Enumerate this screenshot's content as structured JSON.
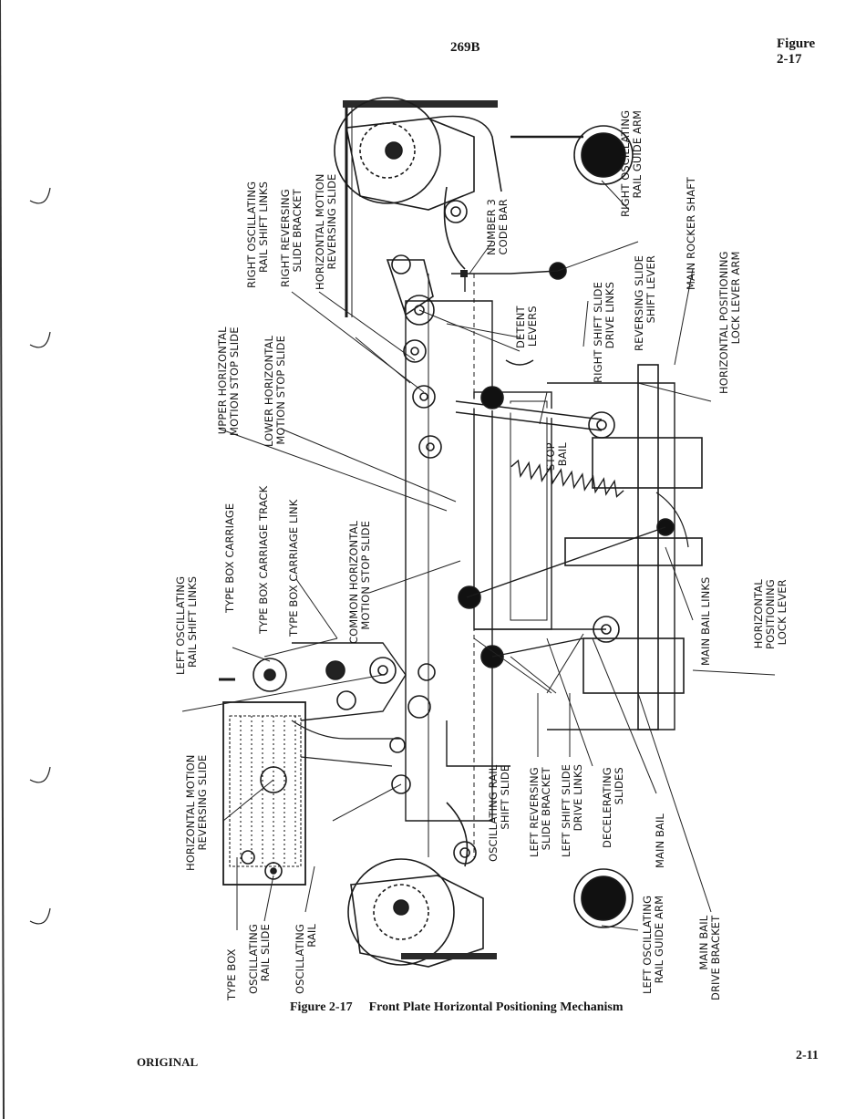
{
  "header": {
    "doc_id": "269B",
    "figure_word": "Figure",
    "figure_number": "2-17"
  },
  "caption": {
    "figure_ref": "Figure 2-17",
    "title": "Front Plate Horizontal Positioning Mechanism"
  },
  "footer": {
    "left": "ORIGINAL",
    "page": "2-11"
  },
  "labels": {
    "right_osc_rail_guide_arm": [
      "RIGHT OSCILLATING",
      "RAIL GUIDE ARM"
    ],
    "main_rocker_shaft": [
      "MAIN ROCKER SHAFT"
    ],
    "horizontal_positioning_lock_lever_arm": [
      "HORIZONTAL POSITIONING",
      "LOCK LEVER ARM"
    ],
    "reversing_slide_shift_lever": [
      "REVERSING SLIDE",
      "SHIFT LEVER"
    ],
    "right_shift_slide_drive_links": [
      "RIGHT SHIFT SLIDE",
      "DRIVE LINKS"
    ],
    "number3_code_bar": [
      "NUMBER 3",
      "CODE BAR"
    ],
    "detent_levers": [
      "DETENT",
      "LEVERS"
    ],
    "stop_bail": [
      "STOP",
      "BAIL"
    ],
    "horizontal_motion_reversing_slide_top": [
      "HORIZONTAL MOTION",
      "REVERSING SLIDE"
    ],
    "right_reversing_slide_bracket": [
      "RIGHT REVERSING",
      "SLIDE BRACKET"
    ],
    "right_osc_rail_shift_links": [
      "RIGHT OSCILLATING",
      "RAIL SHIFT LINKS"
    ],
    "lower_horizontal_motion_stop_slide": [
      "LOWER HORIZONTAL",
      "MOTION STOP SLIDE"
    ],
    "upper_horizontal_motion_stop_slide": [
      "UPPER HORIZONTAL",
      "MOTION STOP SLIDE"
    ],
    "type_box_carriage_link": [
      "TYPE BOX CARRIAGE LINK"
    ],
    "type_box_carriage_track": [
      "TYPE BOX CARRIAGE TRACK"
    ],
    "type_box_carriage": [
      "TYPE BOX CARRIAGE"
    ],
    "left_osc_rail_shift_links": [
      "LEFT OSCILLATING",
      "RAIL SHIFT LINKS"
    ],
    "common_horizontal_motion_stop_slide": [
      "COMMON HORIZONTAL",
      "MOTION STOP SLIDE"
    ],
    "main_bail_links": [
      "MAIN BAIL LINKS"
    ],
    "horizontal_positioning_lock_lever": [
      "HORIZONTAL",
      "POSITIONING",
      "LOCK LEVER"
    ],
    "horizontal_motion_reversing_slide_left": [
      "HORIZONTAL MOTION",
      "REVERSING SLIDE"
    ],
    "oscillating_rail_shift_slide": [
      "OSCILLATING RAIL",
      "SHIFT SLIDE"
    ],
    "left_reversing_slide_bracket": [
      "LEFT REVERSING",
      "SLIDE BRACKET"
    ],
    "left_shift_slide_drive_links": [
      "LEFT SHIFT SLIDE",
      "DRIVE LINKS"
    ],
    "decelerating_slides": [
      "DECELERATING",
      "SLIDES"
    ],
    "main_bail": [
      "MAIN BAIL"
    ],
    "type_box": [
      "TYPE BOX"
    ],
    "oscillating_rail_slide": [
      "OSCILLATING",
      "RAIL SLIDE"
    ],
    "oscillating_rail": [
      "OSCILLATING",
      "RAIL"
    ],
    "left_osc_rail_guide_arm": [
      "LEFT OSCILLATING",
      "RAIL GUIDE ARM"
    ],
    "main_bail_drive_bracket": [
      "MAIN BAIL",
      "DRIVE BRACKET"
    ]
  }
}
